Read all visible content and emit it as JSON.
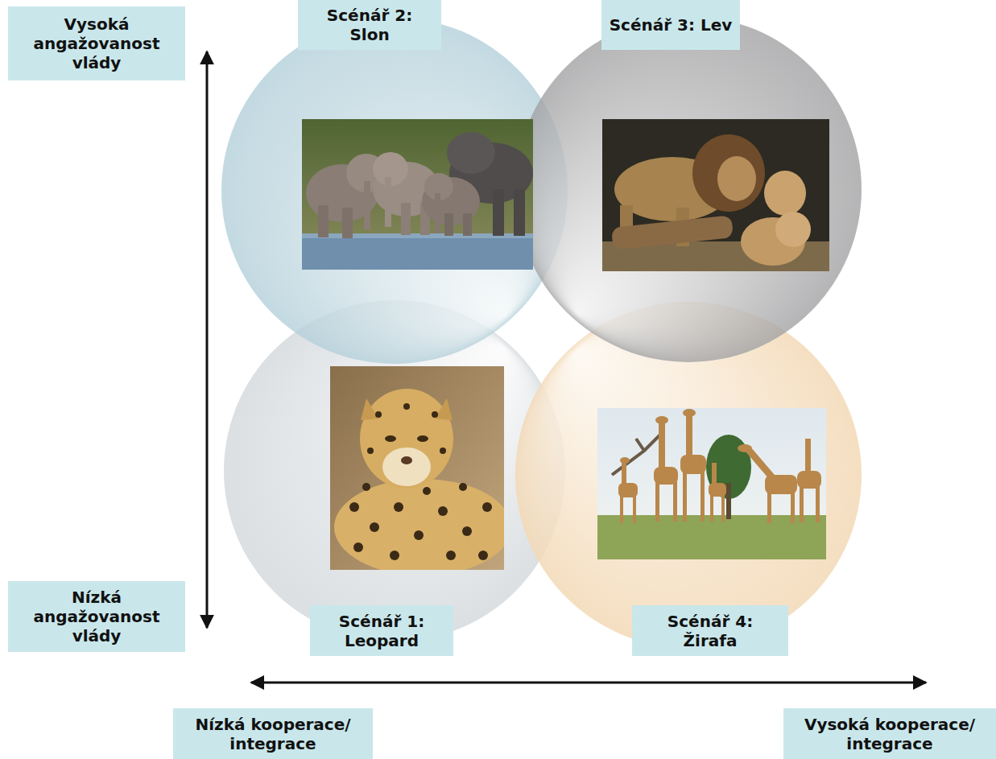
{
  "diagram": {
    "nodes": [
      {
        "text": [
          "Vysoká angažovanost vlády"
        ]
      },
      {
        "text": [
          "Scénář 2: Slon"
        ]
      },
      {
        "text": [
          "Scénář 3: Lev"
        ]
      },
      {
        "text": [
          "Nízká angažovanost vlády"
        ]
      },
      {
        "text": [
          "Scénář 1: Leopard"
        ]
      },
      {
        "text": [
          "Scénář 4: Žirafa"
        ]
      },
      {
        "text": [
          "Nízká kooperace/ integrace"
        ]
      },
      {
        "text": [
          "Vysoká kooperace/ integrace"
        ]
      }
    ]
  }
}
